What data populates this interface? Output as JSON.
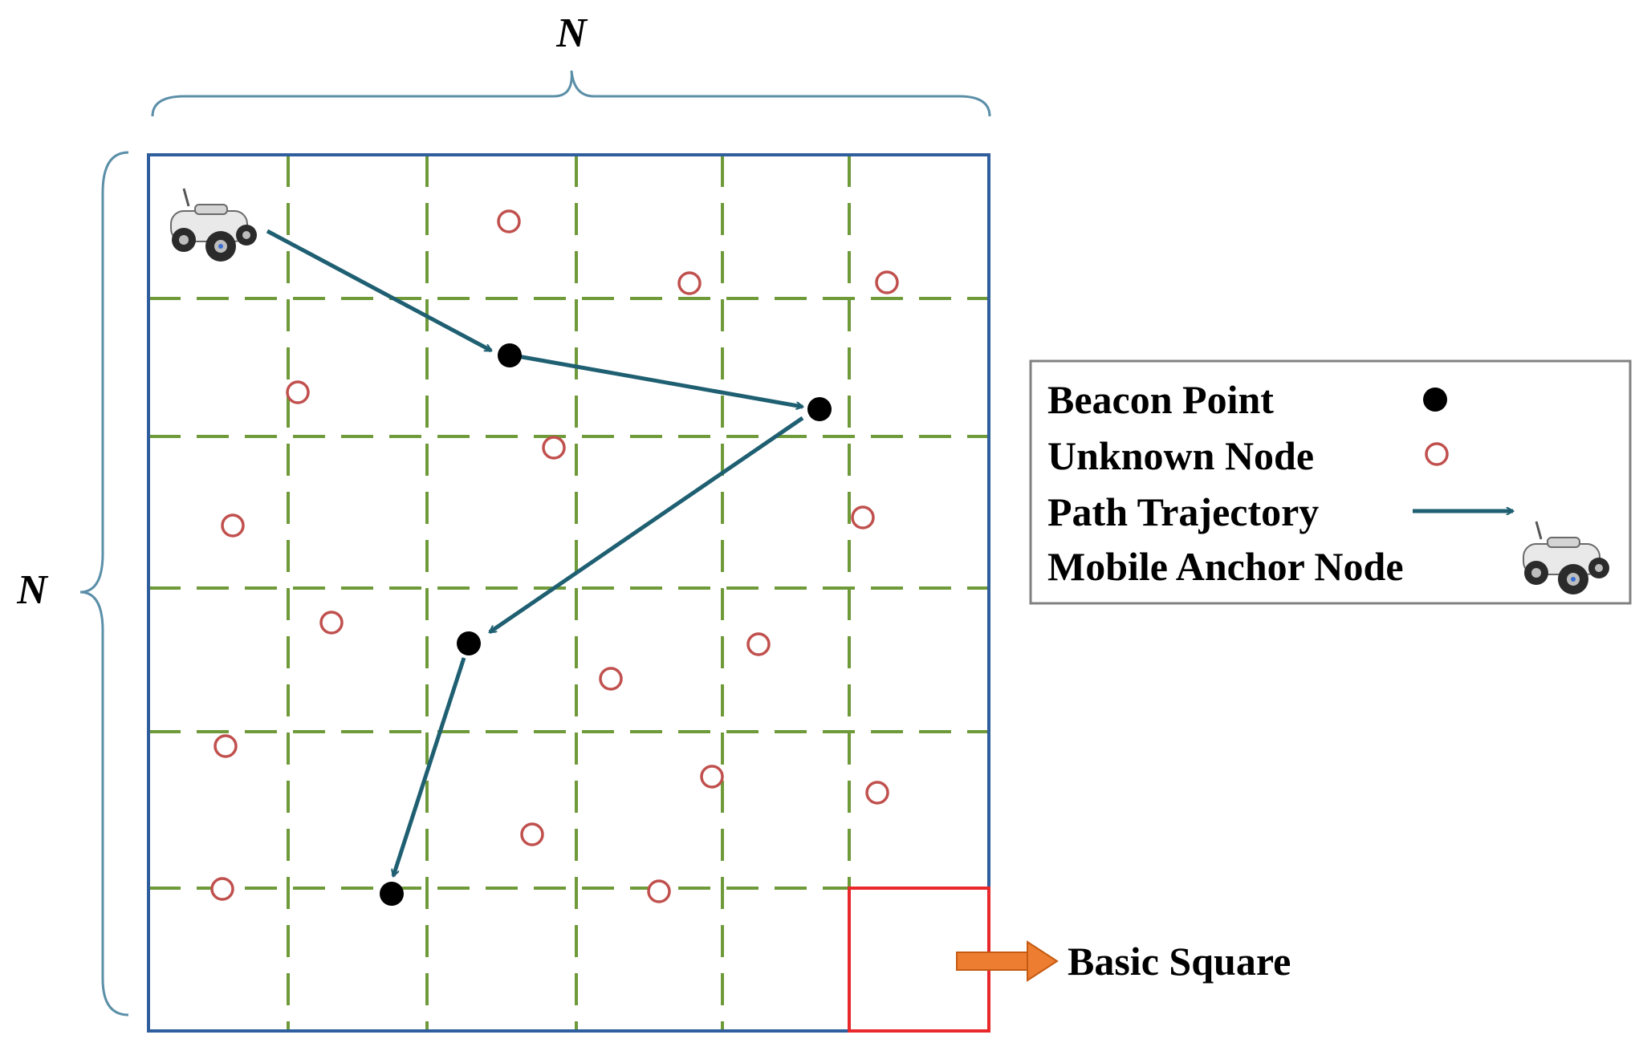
{
  "labels": {
    "top_dimension": "N",
    "left_dimension": "N",
    "basic_square": "Basic Square"
  },
  "legend": {
    "beacon_point": "Beacon Point",
    "unknown_node": "Unknown Node",
    "path_trajectory": "Path Trajectory",
    "mobile_anchor_node": "Mobile Anchor Node"
  },
  "colors": {
    "field_border": "#2e5e9e",
    "grid_line": "#6f9a3a",
    "trajectory": "#1f5f72",
    "unknown_node": "#c0504d",
    "beacon": "#000000",
    "basic_square": "#e8282b",
    "basic_arrow": "#ed7d31",
    "brace": "#5b8fa8",
    "legend_border": "#808080"
  },
  "icons": {
    "mobile_anchor": "robot-car-icon"
  }
}
